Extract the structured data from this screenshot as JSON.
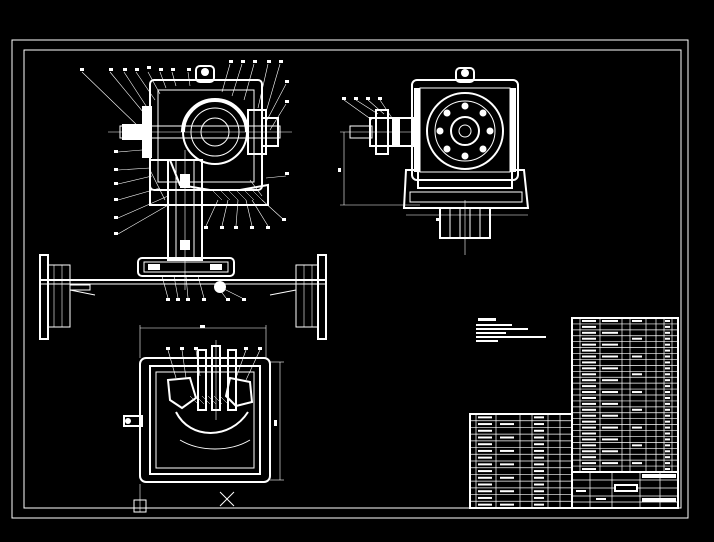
{
  "drawing": {
    "background": "#000000",
    "line_color": "#ffffff"
  },
  "views": [
    {
      "name": "front-view"
    },
    {
      "name": "side-view"
    },
    {
      "name": "top-view"
    }
  ],
  "tables": [
    {
      "name": "parts-list-table"
    },
    {
      "name": "title-block-table"
    }
  ],
  "notes": {
    "name": "technical-requirements-note"
  }
}
